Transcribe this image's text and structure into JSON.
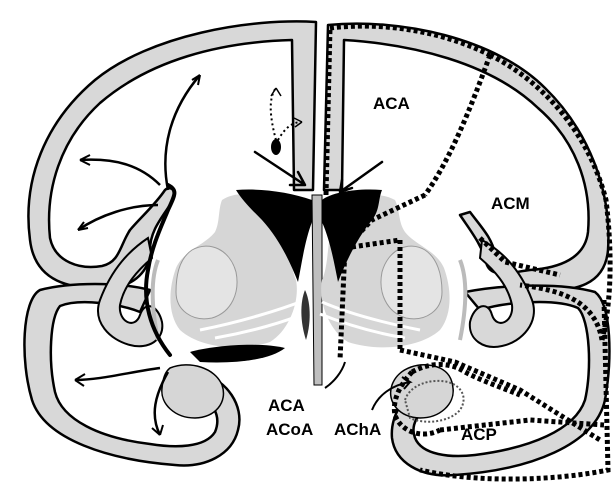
{
  "labels": {
    "aca_top": "ACA",
    "acm": "ACM",
    "aca_bottom": "ACA",
    "acoa": "ACoA",
    "acha": "AChA",
    "acp": "ACP"
  },
  "colors": {
    "cortex_fill": "#d8d8d8",
    "deep_nuclei_fill": "#d0d0d0",
    "ventricle_fill": "#000000",
    "outline": "#000000",
    "background": "#ffffff"
  }
}
